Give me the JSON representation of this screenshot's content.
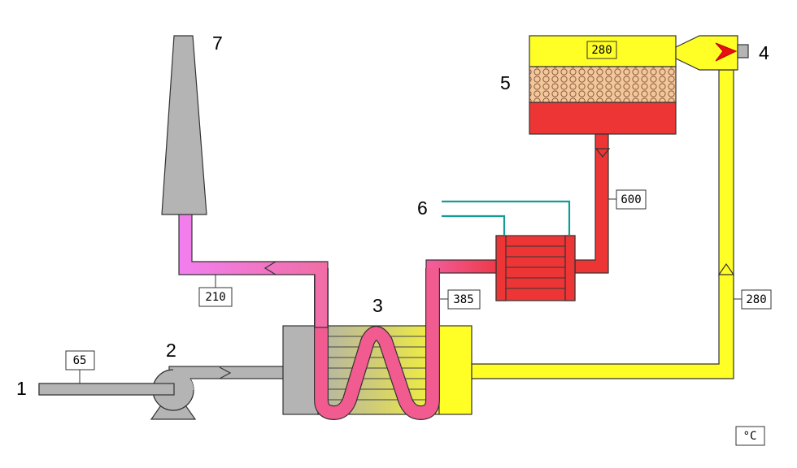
{
  "labels": {
    "inlet": "1",
    "fan": "2",
    "exchanger": "3",
    "burner": "4",
    "oxidizer": "5",
    "heat_recovery": "6",
    "stack": "7"
  },
  "temperatures": {
    "inlet": "65",
    "stack_outlet": "210",
    "exchanger_outlet": "385",
    "oxidizer_outlet": "600",
    "preheated_gas": "280",
    "chamber": "280"
  },
  "unit": "°C",
  "colors": {
    "cold_gas": "#b4b4b4",
    "preheated_gas": "#ffff26",
    "hot_gas": "#ed3535",
    "cooled_gas": "#f27aa0",
    "exhaust": "#f280f2",
    "heat_recovery_line": "#139c96",
    "media_bed": "#f2c79b",
    "burner_flame": "#e81010"
  }
}
